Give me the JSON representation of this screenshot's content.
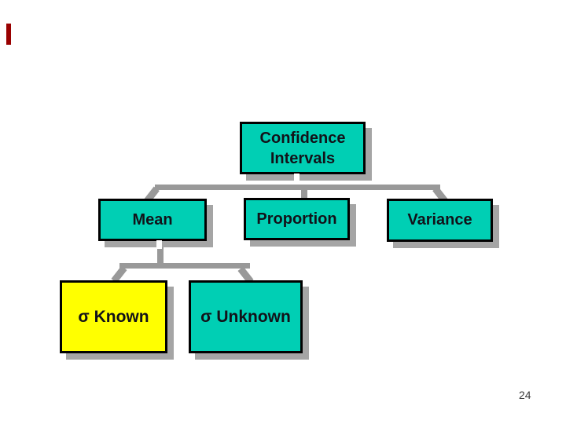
{
  "slide": {
    "page_number": "24",
    "colors": {
      "box_fill_teal": "#00CFB4",
      "box_fill_yellow": "#FFFF00",
      "box_border": "#000000",
      "box_text": "#121219",
      "shadow": "#A5A5A5",
      "connector": "#999999",
      "accent": "#990000",
      "background": "#FFFFFF"
    },
    "diagram": {
      "root": {
        "line1": "Confidence",
        "line2": "Intervals"
      },
      "branches": [
        {
          "label": "Mean"
        },
        {
          "label": "Proportion"
        },
        {
          "label": "Variance"
        }
      ],
      "leaves": [
        {
          "label": "σ Known"
        },
        {
          "label": "σ Unknown"
        }
      ]
    }
  }
}
